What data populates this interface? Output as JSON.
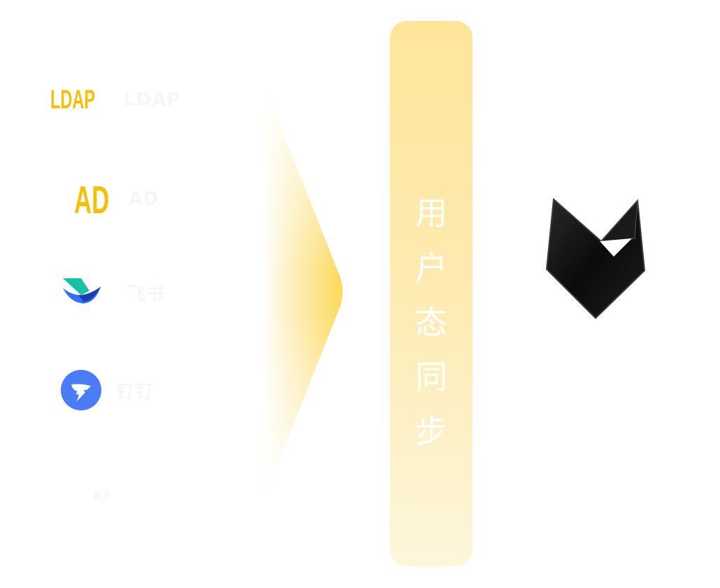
{
  "sources": [
    {
      "logo_text": "LDAP",
      "label": "LDAP",
      "icon": "ldap-logo"
    },
    {
      "logo_text": "AD",
      "label": "AD",
      "icon": "ad-logo"
    },
    {
      "label": "飞书",
      "icon": "feishu-logo"
    },
    {
      "label": "钉钉",
      "icon": "dingtalk-logo"
    }
  ],
  "more_label": "更多",
  "sync_label_chars": [
    "用",
    "户",
    "态",
    "同",
    "步"
  ],
  "product": {
    "name": "",
    "icon": "fox-shield-logo"
  },
  "colors": {
    "accent_yellow": "#f7bf0b",
    "pill_top": "#fee59a",
    "pill_bottom": "#fdf6dc",
    "feishu_teal": "#16c1a5",
    "feishu_blue": "#3370ff",
    "dingtalk_blue": "#4a7cf6",
    "logo_black": "#111111"
  }
}
